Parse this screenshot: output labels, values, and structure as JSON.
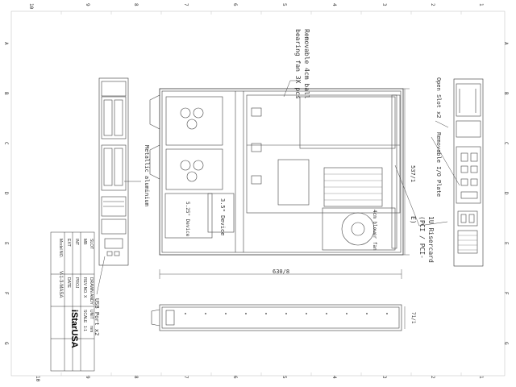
{
  "drawing": {
    "col_markers_top": [
      "10",
      "9",
      "8",
      "7",
      "6",
      "5",
      "4",
      "3",
      "2",
      "1"
    ],
    "col_markers_bottom": [
      "10",
      "9",
      "8",
      "7",
      "6",
      "5",
      "4",
      "3",
      "2",
      "1"
    ],
    "row_markers": [
      "A",
      "B",
      "C",
      "D",
      "E",
      "F",
      "G"
    ]
  },
  "labels": {
    "fan": "Removable 4cm ball bearing fan 3X pcs",
    "metallic": "Metallic aluminium",
    "usb": "USB Port x2",
    "open_slot": "Open Slot x2",
    "io_plate": "Removable I/O Plate",
    "riser": "1U Risercard (PCI / PCI-E)",
    "blower": "4cm blower fan",
    "device35": "3.5\" Device",
    "device525": "5.25\" Device",
    "dim_width": "630/8",
    "dim_depth": "537/1",
    "dim_height": "71/1"
  },
  "title_block": {
    "brand": "iStarUSA",
    "model_label": "Model NO.",
    "model_value": "V-1-3-MASA",
    "ext": "EXT",
    "int": "INT",
    "mb": "MB",
    "slot": "SLOT",
    "date": "DATE",
    "proj": "PROJ",
    "rev_no": "REV NO.",
    "rev_value": "X",
    "scale": "SCALE",
    "scale_value": "1:1",
    "drawn": "DRAWN",
    "drawn_value": "ANDY",
    "unit": "UNIT",
    "unit_value": "mm"
  }
}
